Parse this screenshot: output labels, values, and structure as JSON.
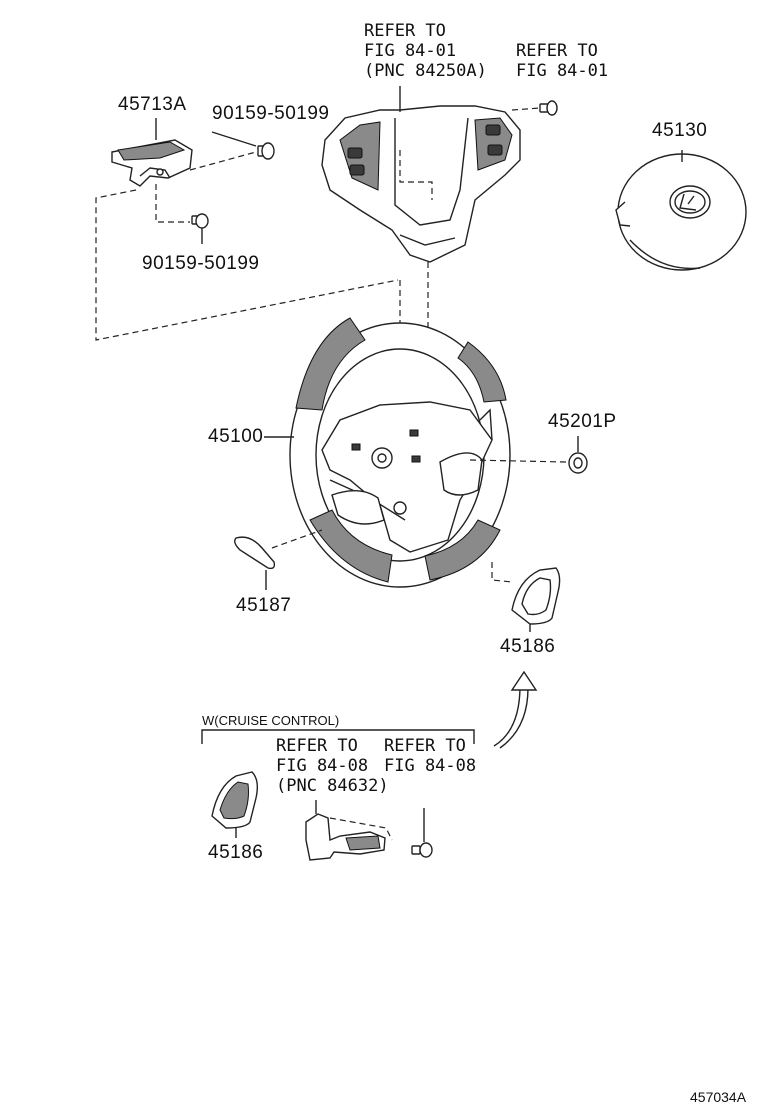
{
  "labels": {
    "p45713A": "45713A",
    "bolt_top": "90159-50199",
    "bolt_bottom": "90159-50199",
    "ref1_line1": "REFER TO",
    "ref1_line2": "FIG 84-01",
    "ref1_line3": "(PNC 84250A)",
    "ref2_line1": "REFER TO",
    "ref2_line2": "FIG 84-01",
    "p45130": "45130",
    "p45100": "45100",
    "p45201P": "45201P",
    "p45187": "45187",
    "p45186_main": "45186",
    "cruise_title": "W(CRUISE CONTROL)",
    "ref3_line1": "REFER TO",
    "ref3_line2": "FIG 84-08",
    "ref3_line3": "(PNC 84632)",
    "ref4_line1": "REFER TO",
    "ref4_line2": "FIG 84-08",
    "p45186_inset": "45186",
    "figure_id": "457034A"
  },
  "icons": {
    "logo": "lexus-emblem"
  }
}
